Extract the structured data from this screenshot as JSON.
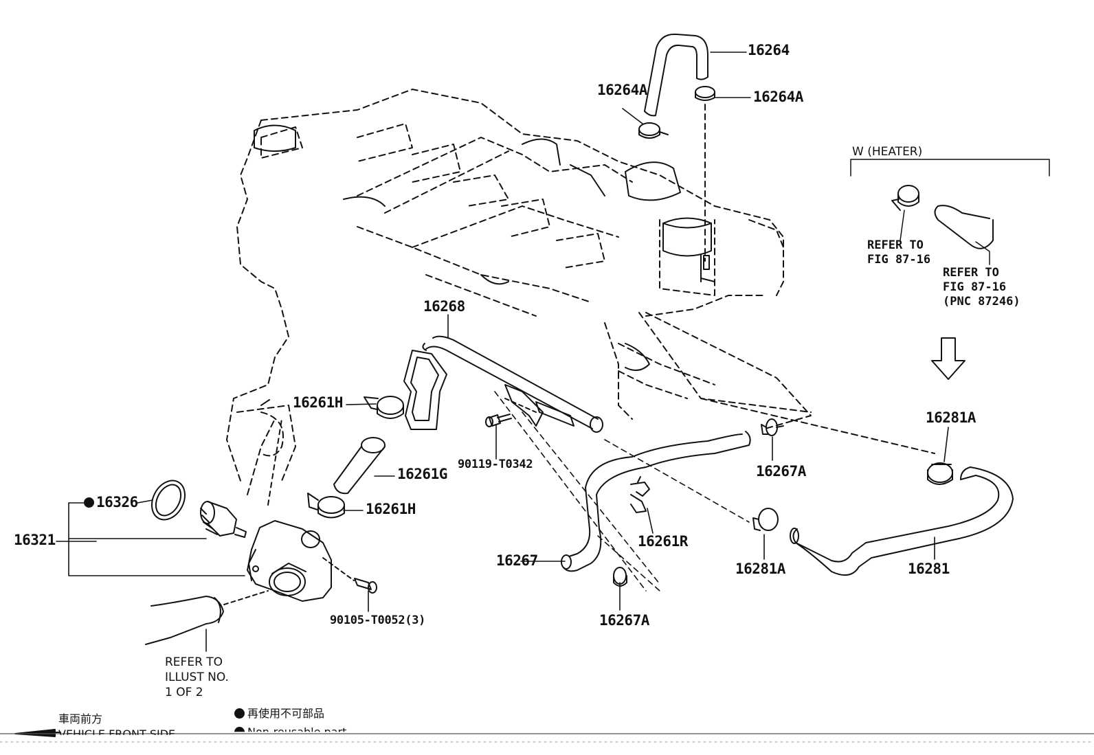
{
  "labels": {
    "p16264": "16264",
    "p16264A_left": "16264A",
    "p16264A_right": "16264A",
    "p16268": "16268",
    "p16261H_top": "16261H",
    "p16261G": "16261G",
    "p16261H_bottom": "16261H",
    "p90119": "90119-T0342",
    "p16326": "16326",
    "p16321": "16321",
    "p90105": "90105-T0052(3)",
    "p16267": "16267",
    "p16267A_mid": "16267A",
    "p16267A_bottom": "16267A",
    "p16261R": "16261R",
    "p16281A_top": "16281A",
    "p16281A_bottom": "16281A",
    "p16281": "16281"
  },
  "heater": {
    "title": "W (HEATER)",
    "refer_left": "REFER TO\nFIG 87-16",
    "refer_right": "REFER TO\nFIG 87-16\n(PNC 87246)"
  },
  "refer_illust": "REFER TO\nILLUST NO.\n1 OF 2",
  "legend": {
    "front_jp": "車両前方",
    "front_en": "VEHICLE FRONT SIDE",
    "nonreuse_jp": "再使用不可部品",
    "nonreuse_en": "Non-reusable part"
  }
}
